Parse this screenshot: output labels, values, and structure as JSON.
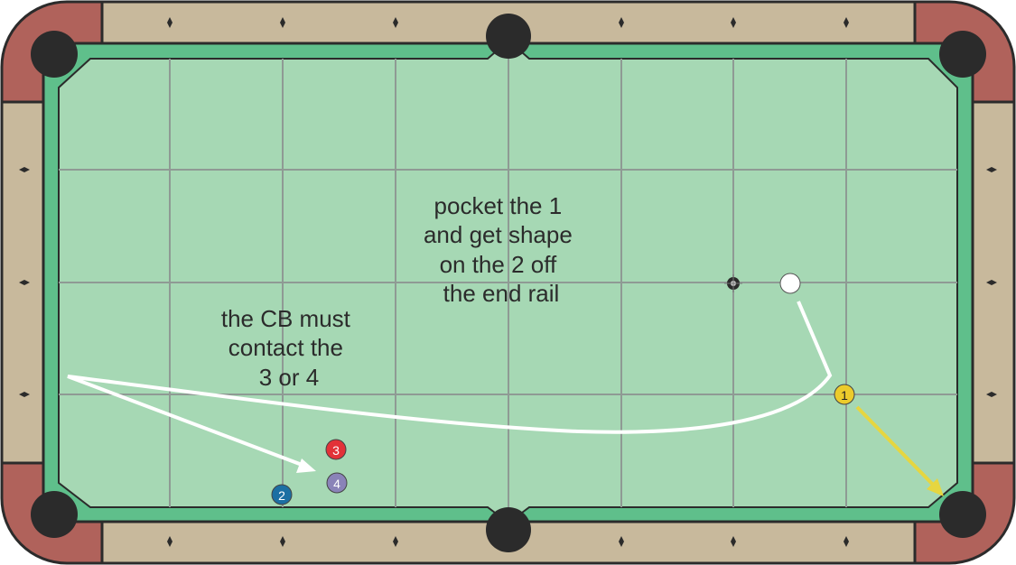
{
  "colors": {
    "felt": "#a6d8b4",
    "cushion": "#5fbf8b",
    "rail": "#c8b99c",
    "corner_rail": "#b0625b",
    "pocket": "#2b2b2b",
    "grid": "#8f9a94",
    "cue_path": "#ffffff",
    "object_path": "#e6d640"
  },
  "notes": {
    "main": [
      "pocket the 1",
      "and get shape",
      "on the 2 off",
      "the end rail"
    ],
    "rule": [
      "the CB must",
      "contact the",
      "3 or 4"
    ]
  },
  "balls": [
    {
      "label": "1",
      "color": "#eccb2c",
      "text_color": "#222222"
    },
    {
      "label": "2",
      "color": "#1c6fa3",
      "text_color": "#ffffff"
    },
    {
      "label": "3",
      "color": "#e23238",
      "text_color": "#ffffff"
    },
    {
      "label": "4",
      "color": "#8a83b8",
      "text_color": "#ffffff"
    }
  ],
  "cue_ball": {
    "color": "#ffffff"
  },
  "ghost_ball_marker": "crosshair-target-icon"
}
